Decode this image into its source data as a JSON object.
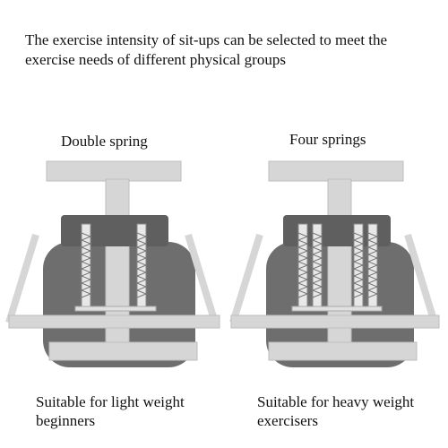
{
  "headline": "The exercise intensity of sit-ups can be selected to meet the exercise needs of different physical groups",
  "panels": [
    {
      "title": "Double spring",
      "caption": "Suitable for light weight beginners",
      "spring_count": 2
    },
    {
      "title": "Four springs",
      "caption": "Suitable for heavy weight exercisers",
      "spring_count": 4
    }
  ],
  "colors": {
    "frame": "#d6d6d6",
    "frame_edge": "#bdbdbd",
    "seat": "#6e6e6e",
    "spring": "#9a9a9a"
  }
}
